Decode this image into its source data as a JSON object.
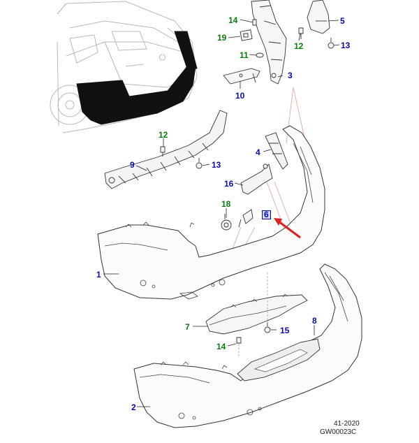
{
  "diagram": {
    "callouts": {
      "c1": "1",
      "c2": "2",
      "c3": "3",
      "c4": "4",
      "c5": "5",
      "c6": "6",
      "c7": "7",
      "c8": "8",
      "c9": "9",
      "c10": "10",
      "c11": "11",
      "c12a": "12",
      "c12b": "12",
      "c13a": "13",
      "c13b": "13",
      "c14a": "14",
      "c14b": "14",
      "c15": "15",
      "c16": "16",
      "c18": "18",
      "c19": "19"
    },
    "reference": {
      "line1": "41-2020",
      "line2": "GW00023C"
    },
    "colors": {
      "blue_callout": "#0a0aa8",
      "green_callout": "#0a7a0a",
      "leader_pink": "#e0a0a0",
      "highlight_arrow": "#e02020",
      "bumper_fill": "#fbfbfb"
    }
  }
}
